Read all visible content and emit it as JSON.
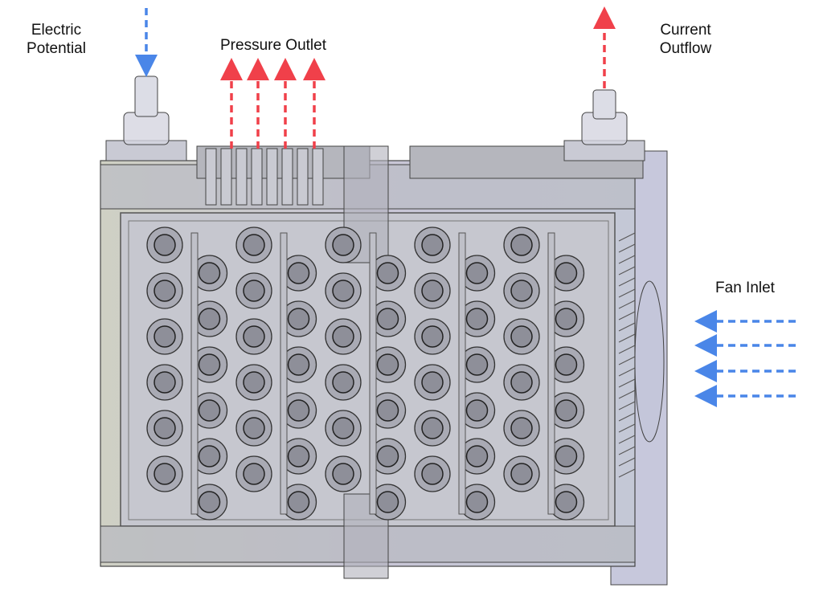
{
  "labels": {
    "electric_potential": [
      "Electric",
      "Potential"
    ],
    "pressure_outlet": "Pressure Outlet",
    "current_outflow": [
      "Current",
      "Outflow"
    ],
    "fan_inlet": "Fan Inlet"
  },
  "colors": {
    "inflow_arrow": "#4a86e8",
    "outflow_arrow": "#f0404a",
    "housing": "#b9bcc8",
    "outline": "#444444"
  }
}
